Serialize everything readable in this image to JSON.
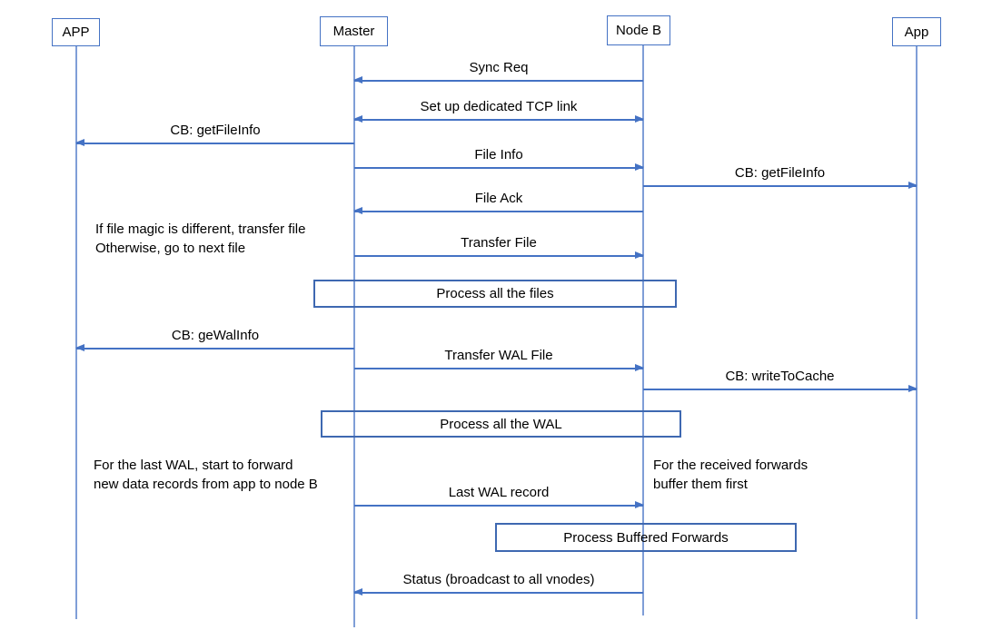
{
  "diagram": {
    "type": "sequence-diagram",
    "actors": [
      {
        "id": "app-left",
        "label": "APP"
      },
      {
        "id": "master",
        "label": "Master"
      },
      {
        "id": "node-b",
        "label": "Node B"
      },
      {
        "id": "app-right",
        "label": "App"
      }
    ],
    "messages": [
      {
        "label": "Sync Req",
        "from": "Node B",
        "to": "Master",
        "direction": "left"
      },
      {
        "label": "Set up dedicated TCP link",
        "from": "Master",
        "to": "Node B",
        "direction": "both"
      },
      {
        "label": "CB: getFileInfo",
        "from": "Master",
        "to": "APP",
        "direction": "left"
      },
      {
        "label": "File Info",
        "from": "Master",
        "to": "Node B",
        "direction": "right"
      },
      {
        "label": "CB: getFileInfo",
        "from": "Node B",
        "to": "App",
        "direction": "right"
      },
      {
        "label": "File Ack",
        "from": "Node B",
        "to": "Master",
        "direction": "left"
      },
      {
        "label": "Transfer File",
        "from": "Master",
        "to": "Node B",
        "direction": "right"
      },
      {
        "label": "CB: geWalInfo",
        "from": "Master",
        "to": "APP",
        "direction": "left"
      },
      {
        "label": "Transfer WAL File",
        "from": "Master",
        "to": "Node B",
        "direction": "right"
      },
      {
        "label": "CB: writeToCache",
        "from": "Node B",
        "to": "App",
        "direction": "right"
      },
      {
        "label": "Last WAL record",
        "from": "Master",
        "to": "Node B",
        "direction": "right"
      },
      {
        "label": "Status (broadcast to all vnodes)",
        "from": "Node B",
        "to": "Master",
        "direction": "left"
      }
    ],
    "process_boxes": [
      {
        "label": "Process all the files"
      },
      {
        "label": "Process all the WAL"
      },
      {
        "label": "Process Buffered Forwards"
      }
    ],
    "annotations": [
      {
        "line1": "If file magic is different, transfer file",
        "line2": "Otherwise, go to next file"
      },
      {
        "line1": "For the last WAL, start to forward",
        "line2": "new data records from app to node B"
      },
      {
        "line1": "For the received forwards",
        "line2": "buffer them first"
      }
    ],
    "colors": {
      "arrow": "#4472C4",
      "lifeline": "#7F9ED7",
      "actor_border": "#4472C4",
      "process_border": "#3E68B1",
      "text": "#000000",
      "background": "#FFFFFF"
    }
  }
}
